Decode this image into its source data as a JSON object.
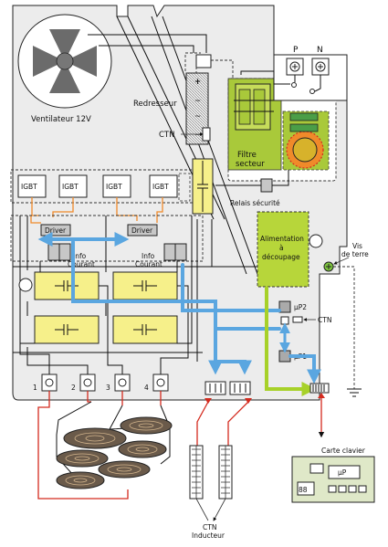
{
  "labels": {
    "fan": "Ventilateur 12V",
    "rectifier": "Redresseur",
    "ctn_upper": "CTN",
    "filter_line1": "Filtre",
    "filter_line2": "secteur",
    "relay": "Relais sécurité",
    "igbt": "IGBT",
    "driver": "Driver",
    "info_line1": "Info",
    "info_line2": "Courant",
    "psu_line1": "Alimentation",
    "psu_line2": "à",
    "psu_line3": "découpage",
    "earth_line1": "Vis",
    "earth_line2": "de terre",
    "phase": "P",
    "neutral": "N",
    "mcu2": "µP2",
    "mcu1": "µP1",
    "ctn_mid": "CTN",
    "keyboard": "Carte clavier",
    "keyboard_mcu": "µP",
    "keyboard_display": "88",
    "ctn_bottom": "CTN",
    "inductor": "Inducteur",
    "rect_symbols": "+ ~ ~ −"
  },
  "connectors": [
    "1",
    "2",
    "3",
    "4"
  ],
  "colors": {
    "bus_blue": "#5aa6e0",
    "supply_green": "#a7d129",
    "wire_orange": "#f08a2a",
    "wire_red": "#d42a1e",
    "capacitor_yellow": "#f6f08a",
    "psu_green": "#b7d63a",
    "filter_green": "#a9c93a",
    "board_grey": "#ececec"
  }
}
